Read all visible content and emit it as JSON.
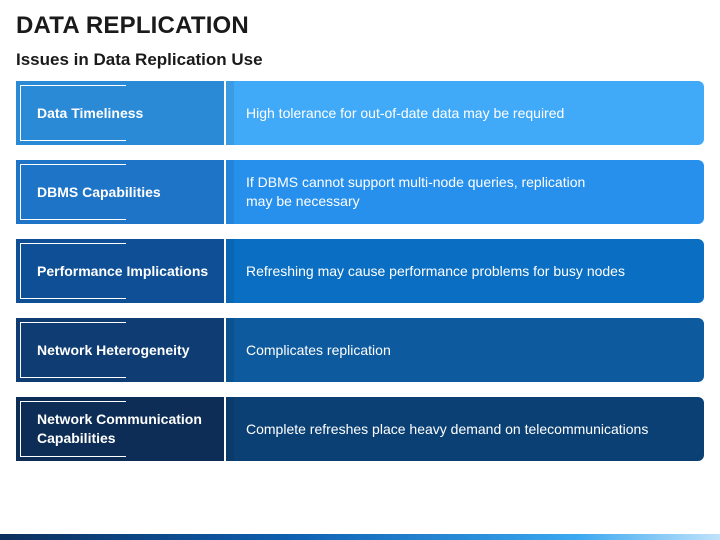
{
  "title": "DATA REPLICATION",
  "subtitle": "Issues in Data Replication Use",
  "rows": [
    {
      "label": "Data Timeliness",
      "description": "High tolerance for out-of-date data may be required"
    },
    {
      "label": "DBMS Capabilities",
      "description": "If DBMS cannot support multi-node queries, replication\nmay be necessary"
    },
    {
      "label": "Performance Implications",
      "description": "Refreshing may cause performance problems for busy nodes"
    },
    {
      "label": "Network Heterogeneity",
      "description": "Complicates replication"
    },
    {
      "label": "Network Communication\nCapabilities",
      "description": "Complete refreshes place heavy demand on telecommunications"
    }
  ]
}
